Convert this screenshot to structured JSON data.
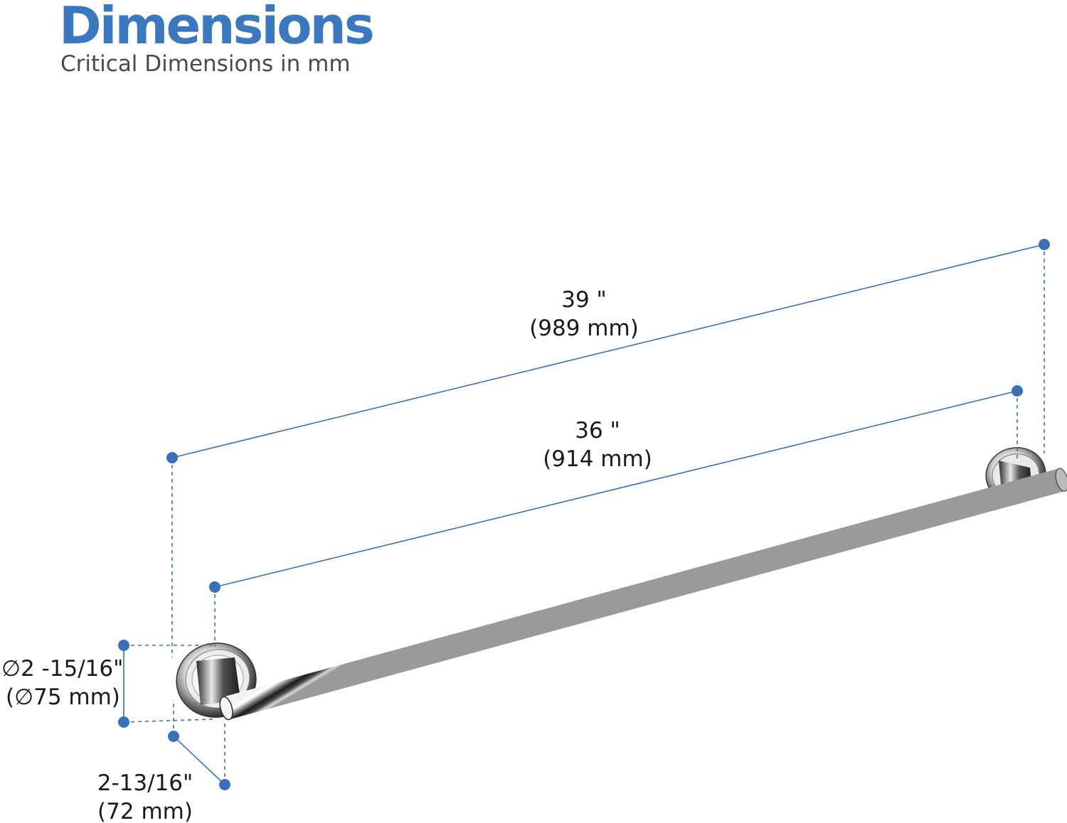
{
  "header": {
    "title": "Dimensions",
    "subtitle": "Critical Dimensions in mm"
  },
  "dimensions": {
    "overall_length": {
      "inches": "39 \"",
      "mm": "(989 mm)"
    },
    "bar_length": {
      "inches": "36 \"",
      "mm": "(914 mm)"
    },
    "flange_diameter": {
      "inches": "∅2 -15/16\"",
      "mm": "(∅75 mm)"
    },
    "projection": {
      "inches": "2-13/16\"",
      "mm": "(72 mm)"
    }
  },
  "colors": {
    "accent": "#3c78c0",
    "dimension_line": "#3a70b8",
    "text": "#1a1a1a"
  }
}
